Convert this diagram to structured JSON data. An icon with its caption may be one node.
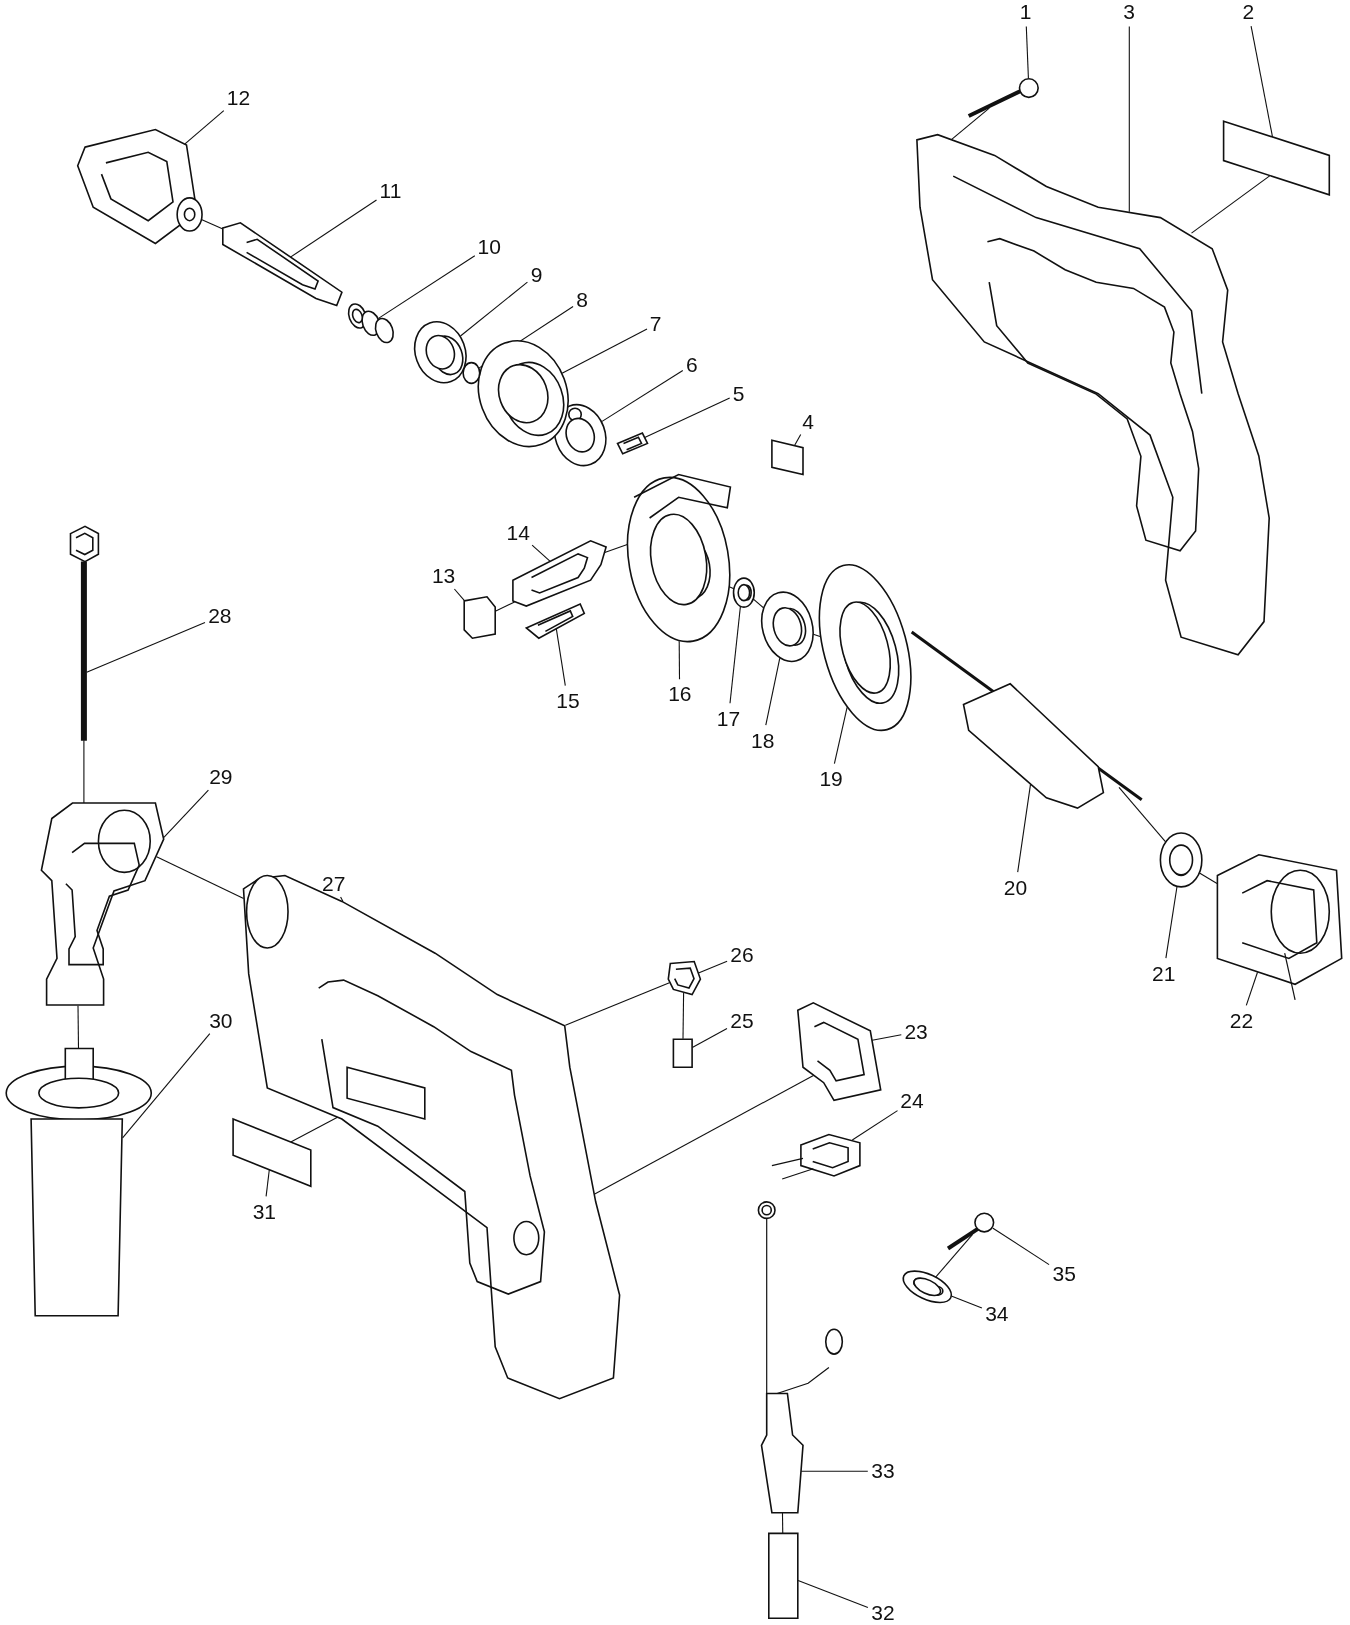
{
  "diagram": {
    "nodes": [
      {
        "text": [
          "1"
        ]
      },
      {
        "text": [
          "2"
        ]
      },
      {
        "text": [
          "3"
        ]
      },
      {
        "text": [
          "4"
        ]
      },
      {
        "text": [
          "5"
        ]
      },
      {
        "text": [
          "6"
        ]
      },
      {
        "text": [
          "7"
        ]
      },
      {
        "text": [
          "8"
        ]
      },
      {
        "text": [
          "9"
        ]
      },
      {
        "text": [
          "10"
        ]
      },
      {
        "text": [
          "11"
        ]
      },
      {
        "text": [
          "12"
        ]
      },
      {
        "text": [
          "13"
        ]
      },
      {
        "text": [
          "14"
        ]
      },
      {
        "text": [
          "15"
        ]
      },
      {
        "text": [
          "16"
        ]
      },
      {
        "text": [
          "17"
        ]
      },
      {
        "text": [
          "18"
        ]
      },
      {
        "text": [
          "19"
        ]
      },
      {
        "text": [
          "20"
        ]
      },
      {
        "text": [
          "21"
        ]
      },
      {
        "text": [
          "22"
        ]
      },
      {
        "text": [
          "23"
        ]
      },
      {
        "text": [
          "24"
        ]
      },
      {
        "text": [
          "25"
        ]
      },
      {
        "text": [
          "26"
        ]
      },
      {
        "text": [
          "27"
        ]
      },
      {
        "text": [
          "28"
        ]
      },
      {
        "text": [
          "29"
        ]
      },
      {
        "text": [
          "30"
        ]
      },
      {
        "text": [
          "31"
        ]
      },
      {
        "text": [
          "32"
        ]
      },
      {
        "text": [
          "33"
        ]
      },
      {
        "text": [
          "34"
        ]
      },
      {
        "text": [
          "35"
        ]
      },
      {
        "text": [],
        "shape": "picture"
      },
      {
        "text": [],
        "shape": "box"
      },
      {
        "text": [],
        "shape": "picture"
      },
      {
        "text": [],
        "shape": "box"
      },
      {
        "text": [],
        "shape": "picture"
      },
      {
        "text": [],
        "shape": "picture"
      },
      {
        "text": [],
        "shape": "picture"
      },
      {
        "text": [],
        "shape": "circle"
      },
      {
        "text": [],
        "shape": "picture"
      },
      {
        "text": [],
        "shape": "picture"
      },
      {
        "text": [],
        "shape": "picture"
      },
      {
        "text": [],
        "shape": "picture"
      },
      {
        "text": [],
        "shape": "box"
      },
      {
        "text": [],
        "shape": "picture"
      },
      {
        "text": [],
        "shape": "picture"
      },
      {
        "text": [],
        "shape": "picture"
      },
      {
        "text": [],
        "shape": "picture"
      },
      {
        "text": [],
        "shape": "picture"
      },
      {
        "text": [],
        "shape": "picture"
      },
      {
        "text": [],
        "shape": "picture"
      },
      {
        "text": [],
        "shape": "picture"
      },
      {
        "text": [],
        "shape": "picture"
      },
      {
        "text": [],
        "shape": "picture"
      },
      {
        "text": [],
        "shape": "picture"
      },
      {
        "text": [],
        "shape": "box"
      },
      {
        "text": [],
        "shape": "picture"
      },
      {
        "text": [],
        "shape": "picture"
      },
      {
        "text": [],
        "shape": "picture"
      },
      {
        "text": [],
        "shape": "picture"
      },
      {
        "text": [],
        "shape": "picture"
      },
      {
        "text": [],
        "shape": "box"
      },
      {
        "text": [],
        "shape": "box"
      },
      {
        "text": [],
        "shape": "picture"
      },
      {
        "text": [],
        "shape": "picture"
      },
      {
        "text": [],
        "shape": "picture"
      }
    ],
    "edges": [
      {
        "from": 0,
        "to": 35,
        "arrow": "none"
      },
      {
        "from": 1,
        "to": 36,
        "arrow": "none"
      },
      {
        "from": 2,
        "to": 37,
        "arrow": "none"
      },
      {
        "from": 3,
        "to": 38,
        "arrow": "none"
      },
      {
        "from": 4,
        "to": 39,
        "arrow": "none"
      },
      {
        "from": 5,
        "to": 40,
        "arrow": "none"
      },
      {
        "from": 6,
        "to": 41,
        "arrow": "none"
      },
      {
        "from": 7,
        "to": 42,
        "arrow": "none"
      },
      {
        "from": 8,
        "to": 43,
        "arrow": "none"
      },
      {
        "from": 9,
        "to": 44,
        "arrow": "none"
      },
      {
        "from": 10,
        "to": 45,
        "arrow": "none"
      },
      {
        "from": 11,
        "to": 46,
        "arrow": "none"
      },
      {
        "from": 12,
        "to": 47,
        "arrow": "none"
      },
      {
        "from": 13,
        "to": 48,
        "arrow": "none"
      },
      {
        "from": 14,
        "to": 49,
        "arrow": "none"
      },
      {
        "from": 15,
        "to": 50,
        "arrow": "none"
      },
      {
        "from": 16,
        "to": 51,
        "arrow": "none"
      },
      {
        "from": 17,
        "to": 52,
        "arrow": "none"
      },
      {
        "from": 18,
        "to": 53,
        "arrow": "none"
      },
      {
        "from": 19,
        "to": 54,
        "arrow": "none"
      },
      {
        "from": 20,
        "to": 55,
        "arrow": "none"
      },
      {
        "from": 21,
        "to": 56,
        "arrow": "none"
      },
      {
        "from": 22,
        "to": 57,
        "arrow": "none"
      },
      {
        "from": 23,
        "to": 58,
        "arrow": "none"
      },
      {
        "from": 24,
        "to": 59,
        "arrow": "none"
      },
      {
        "from": 25,
        "to": 60,
        "arrow": "none"
      },
      {
        "from": 26,
        "to": 61,
        "arrow": "none"
      },
      {
        "from": 27,
        "to": 62,
        "arrow": "none"
      },
      {
        "from": 28,
        "to": 63,
        "arrow": "none"
      },
      {
        "from": 29,
        "to": 64,
        "arrow": "none"
      },
      {
        "from": 30,
        "to": 65,
        "arrow": "none"
      },
      {
        "from": 31,
        "to": 66,
        "arrow": "none"
      },
      {
        "from": 32,
        "to": 67,
        "arrow": "none"
      },
      {
        "from": 33,
        "to": 68,
        "arrow": "none"
      },
      {
        "from": 34,
        "to": 69,
        "arrow": "none"
      },
      {
        "from": 35,
        "to": 37,
        "arrow": "none"
      },
      {
        "from": 36,
        "to": 37,
        "arrow": "none"
      },
      {
        "from": 62,
        "to": 63,
        "arrow": "none"
      },
      {
        "from": 63,
        "to": 64,
        "arrow": "none"
      },
      {
        "from": 63,
        "to": 61,
        "arrow": "none"
      },
      {
        "from": 60,
        "to": 61,
        "arrow": "none"
      },
      {
        "from": 59,
        "to": 60,
        "arrow": "none"
      },
      {
        "from": 57,
        "to": 61,
        "arrow": "none"
      },
      {
        "from": 65,
        "to": 61,
        "arrow": "none"
      },
      {
        "from": 47,
        "to": 48,
        "arrow": "none"
      },
      {
        "from": 48,
        "to": 50,
        "arrow": "none"
      },
      {
        "from": 69,
        "to": 68,
        "arrow": "none"
      },
      {
        "from": 67,
        "to": 66,
        "arrow": "none"
      },
      {
        "from": 46,
        "to": 45,
        "arrow": "none"
      },
      {
        "from": 50,
        "to": 51,
        "arrow": "none"
      },
      {
        "from": 51,
        "to": 52,
        "arrow": "none"
      },
      {
        "from": 52,
        "to": 53,
        "arrow": "none"
      },
      {
        "from": 54,
        "to": 55,
        "arrow": "none"
      },
      {
        "from": 55,
        "to": 56,
        "arrow": "none"
      }
    ]
  }
}
